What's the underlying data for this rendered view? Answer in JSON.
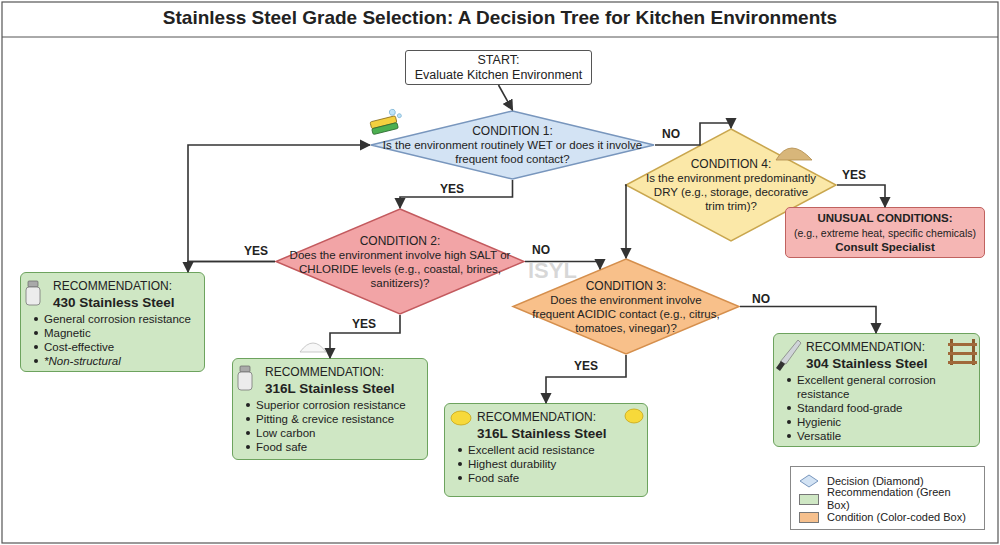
{
  "diagram": {
    "title": "Stainless Steel Grade Selection: A Decision Tree for Kitchen Environments",
    "nodes": [
      {
        "text": [
          "START:",
          "Evaluate Kitchen Environment"
        ]
      },
      {
        "text": [
          "CONDITION 1:",
          "Is the environment routinely WET or does it involve frequent food contact?"
        ]
      },
      {
        "text": [
          "CONDITION 4:",
          "Is the environment predominantly DRY (e.g., storage, decorative trim trim)?"
        ]
      },
      {
        "text": [
          "CONDITION 2:",
          "Does the environment involve high SALT or CHLORIDE levels (e.g., coastal, brines, sanitizers)?"
        ]
      },
      {
        "text": [
          "UNUSUAL CONDITIONS:",
          "(e.g., extreme heat, specific chemicals)",
          "Consult Specialist"
        ]
      },
      {
        "text": [
          "RECOMMENDATION:",
          "430 Stainless Steel",
          "General corrosion resistance",
          "Magnetic",
          "Cost-effective",
          "*Non-structural"
        ]
      },
      {
        "text": [
          "CONDITION 3:",
          "Does the environment involve frequent ACIDIC contact (e.g., citrus, tomatoes, vinegar)?"
        ]
      },
      {
        "text": [
          "RECOMMENDATION:",
          "316L Stainless Steel",
          "Superior corrosion resistance",
          "Pitting & crevice resistance",
          "Low carbon",
          "Food safe"
        ]
      },
      {
        "text": [
          "RECOMMENDATION:",
          "304 Stainless Steel",
          "Excellent general corrosion resistance",
          "Standard food-grade",
          "Hygienic",
          "Versatile"
        ]
      },
      {
        "text": [
          "RECOMMENDATION:",
          "316L Stainless Steel",
          "Excellent acid resistance",
          "Highest durability",
          "Food safe"
        ]
      }
    ],
    "edges": [
      {
        "from": 0,
        "to": 1,
        "arrow": "to"
      },
      {
        "from": 1,
        "to": 2,
        "label": "NO",
        "arrow": "to"
      },
      {
        "from": 1,
        "to": 3,
        "label": "YES",
        "arrow": "to"
      },
      {
        "from": 3,
        "to": 5,
        "label": "YES",
        "arrow": "to"
      },
      {
        "from": 3,
        "to": 1,
        "arrow": "to"
      },
      {
        "from": 3,
        "to": 7,
        "label": "YES",
        "arrow": "to"
      },
      {
        "from": 3,
        "to": 6,
        "label": "NO",
        "arrow": "to"
      },
      {
        "from": 2,
        "to": 4,
        "label": "YES",
        "arrow": "to"
      },
      {
        "from": 2,
        "to": 6,
        "arrow": "to"
      },
      {
        "from": 6,
        "to": 9,
        "label": "YES",
        "arrow": "to"
      },
      {
        "from": 6,
        "to": 8,
        "label": "NO",
        "arrow": "to"
      }
    ],
    "labels": [
      "ISYL"
    ],
    "legend": [
      {
        "text": "Decision (Diamond)"
      },
      {
        "text": "Recommendation (Green Box)",
        "color": "#cfe7c4"
      },
      {
        "text": "Condition (Color-coded Box)",
        "color": "#f6c08d"
      }
    ]
  }
}
